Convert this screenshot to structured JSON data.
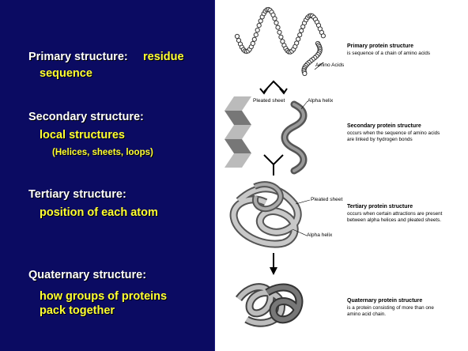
{
  "left_panel": {
    "primary": {
      "label": "Primary structure:",
      "value": "residue",
      "value2": "sequence"
    },
    "secondary": {
      "label": "Secondary structure:",
      "value": "local structures",
      "detail": "(Helices, sheets, loops)"
    },
    "tertiary": {
      "label": "Tertiary structure:",
      "value": "position of each atom"
    },
    "quaternary": {
      "label": "Quaternary structure:",
      "value": "how groups of proteins",
      "value2": "pack together"
    }
  },
  "diagram": {
    "primary": {
      "title": "Primary protein structure",
      "desc": "is sequence of a chain of amino acids",
      "label_amino": "Amino Acids"
    },
    "secondary": {
      "title": "Secondary protein structure",
      "desc1": "occurs when the sequence of amino acids",
      "desc2": "are linked by hydrogen bonds",
      "label_sheet": "Pleated sheet",
      "label_helix": "Alpha helix"
    },
    "tertiary": {
      "title": "Tertiary protein structure",
      "desc1": "occurs when certain attractions are present",
      "desc2": "between alpha helices and pleated sheets.",
      "label_sheet": "Pleated sheet",
      "label_helix": "Alpha helix"
    },
    "quaternary": {
      "title": "Quaternary protein structure",
      "desc1": "is a protein consisting of more than one",
      "desc2": "amino acid chain."
    }
  },
  "colors": {
    "left_bg": "#0b0b62",
    "label": "#ffffff",
    "accent": "#ffff33"
  }
}
